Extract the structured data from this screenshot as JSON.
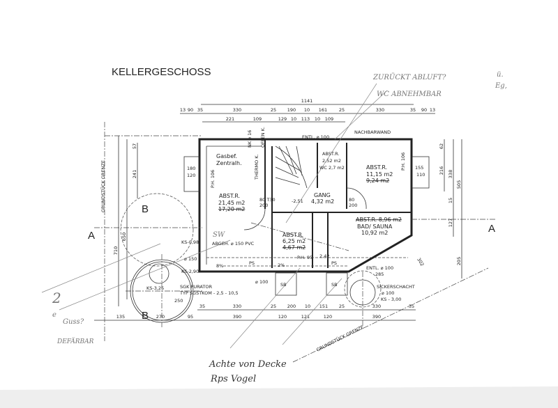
{
  "title": "KELLERGESCHOSS",
  "dims": {
    "overall": "1141",
    "top_row": [
      "13",
      "90",
      "35",
      "330",
      "25",
      "190",
      "10",
      "161",
      "25",
      "330",
      "35",
      "90",
      "13"
    ],
    "top_row2": [
      "221",
      "109",
      "129",
      "10",
      "113",
      "10",
      "109"
    ],
    "bottom_row": [
      "35",
      "330",
      "25",
      "200",
      "10",
      "151",
      "25",
      "330",
      "35"
    ],
    "bottom_row2": [
      "135",
      "270",
      "95",
      "390",
      "120",
      "121",
      "120",
      "390"
    ],
    "left": [
      "710",
      "650",
      "241",
      "57"
    ],
    "right": [
      "62",
      "216",
      "338",
      "505",
      "127",
      "15",
      "205"
    ],
    "diag": "302",
    "entl_width": "285",
    "tank_offset": "250"
  },
  "labels": {
    "gasbef": "Gasbef.",
    "zentralh": "Zentralh.",
    "ph_left": "P.H. 106",
    "ph_right": "P.H. 106",
    "ph_95": "P.H. 95",
    "abst_main": "ABST.R.",
    "abst_main_area": "21,45 m2",
    "abst_main_old": "17,20 m2",
    "thermo": "THERMO K.",
    "nk": "NK ⌀ 16",
    "offen": "OFFEN K.",
    "entl_top": "ENTL. ⌀ 100",
    "nachbarwand": "NACHBARWAND",
    "abst_wc": "ABST.R.",
    "abst_wc_area": "2,52 m2",
    "wc_area": "WC 2,7 m2",
    "abst_right": "ABST.R.",
    "abst_right_area": "11,15 m2",
    "abst_right_old": "9,24 m2",
    "gang": "GANG",
    "gang_area": "4,32 m2",
    "level": "-2,51",
    "door_left": "80 T30",
    "door_left_h": "200",
    "door_right": "80",
    "door_right_h": "200",
    "abst_bad_old": "ABST.R. 8,96 m2",
    "bad": "BAD/ SAUNA",
    "bad_area": "10,92 m2",
    "abst_small": "ABST.R.",
    "abst_small_area": "6,25 m2",
    "abst_small_old": "4,67 m2",
    "sw": "SW",
    "abgeh": "ABGEH. ⌀ 150 PVC",
    "slope1": "8%",
    "slope2": "2%",
    "ps": "PS",
    "level2": "2,42",
    "entl_bottom": "ENTL. ⌀ 100",
    "ks098": "KS-0,98",
    "d150": "⌀ 150",
    "ks290": "KS-2,90",
    "ks325": "KS-3,25",
    "sgk": "SGK PURATOR",
    "typ": "TYP SGSTKOM - 2,5 - 10,5",
    "d100": "⌀ 100",
    "sicker": "SICKERSCHACHT",
    "sicker_d": "⌀ 100",
    "ks300": "KS - 3,00",
    "win_left_w": "180",
    "win_left_h": "120",
    "win_right_w": "155",
    "win_right_h": "110",
    "sb": "SB",
    "grenze_left": "GRUNDSTÜCK GRENZE",
    "grenze_bottom": "GRUNDSTÜCK GRENZE",
    "section_a": "A",
    "section_b": "B"
  },
  "handwriting": {
    "top1": "ZURÜCKT ABLUFT?",
    "top2": "WC ABNEHMBAR",
    "top3": "ü.",
    "top4": "Eg,",
    "left1": "2",
    "left2": "e",
    "left3": "Guss?",
    "left4": "DEFÄRBAR",
    "bottom1": "Achte von Decke",
    "bottom2": "Rps Vogel"
  }
}
